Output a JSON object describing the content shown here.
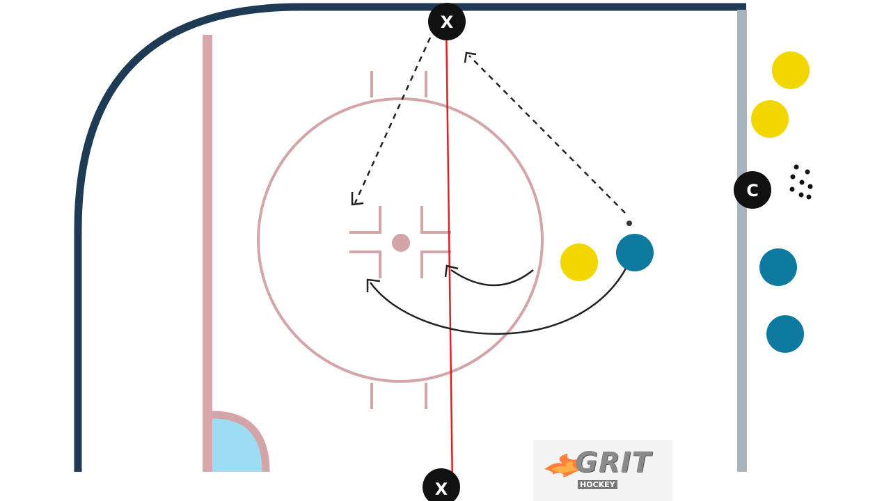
{
  "players": {
    "coach_label": "C",
    "x_top_label": "X",
    "x_bottom_label": "X"
  },
  "logo": {
    "name": "GRIT",
    "tagline": "HOCKEY"
  },
  "colors": {
    "boards": "#1e3a55",
    "blue_line_boards": "#a7b4be",
    "goal_line": "#d9a7ab",
    "circle": "#d4a5a8",
    "center_red_line": "#e02020",
    "crease": "#9ddcf3",
    "yellow_player": "#f2d600",
    "teal_player": "#0e7aa0",
    "black_marker": "#111111"
  },
  "icons": [
    "puck-pile-icon",
    "flame-icon"
  ]
}
